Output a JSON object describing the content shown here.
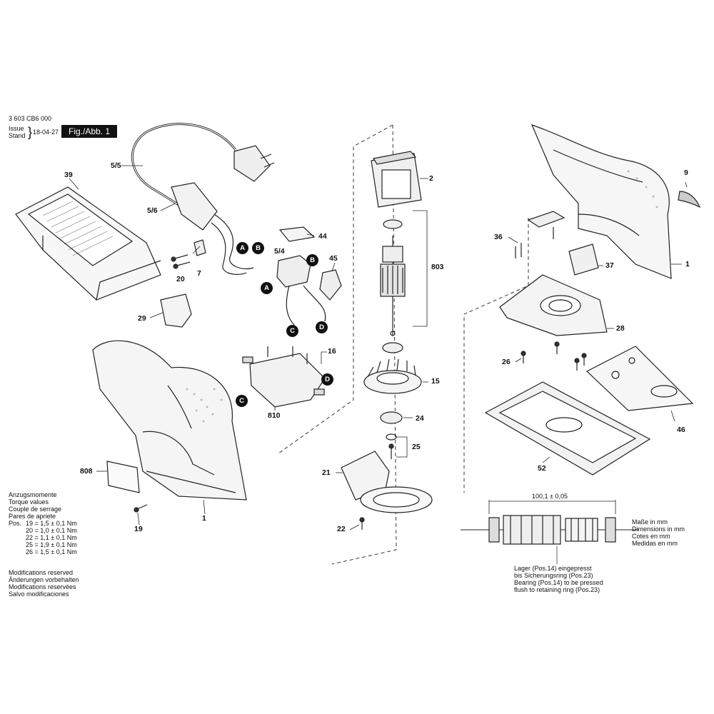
{
  "header": {
    "part_number": "3 603 CB6 000",
    "issue_label": "Issue",
    "stand_label": "Stand",
    "date": "18-04-27",
    "fig_label": "Fig./Abb. 1"
  },
  "callouts": {
    "c1": "1",
    "c2": "2",
    "c9": "9",
    "c1b": "1",
    "c5_5": "5/5",
    "c5_6": "5/6",
    "c5_4": "5/4",
    "c7": "7",
    "c20": "20",
    "c39": "39",
    "c29": "29",
    "c44": "44",
    "c45": "45",
    "c16": "16",
    "c810": "810",
    "c803": "803",
    "c15": "15",
    "c24": "24",
    "c25": "25",
    "c21": "21",
    "c22": "22",
    "c36": "36",
    "c37": "37",
    "c28": "28",
    "c26": "26",
    "c46": "46",
    "c52": "52",
    "c808": "808",
    "c19": "19"
  },
  "connectors": {
    "A": "A",
    "B": "B",
    "C": "C",
    "D": "D"
  },
  "torque": {
    "lines": [
      "Anzugsmomente",
      "Torque values",
      "Couple de serrage",
      "Pares de apriete"
    ],
    "pos_label": "Pos.",
    "rows": [
      "19 = 1,5 ± 0,1 Nm",
      "20 = 1,0 ± 0,1 Nm",
      "22 = 1,1 ± 0,1 Nm",
      "25 = 1,9 ± 0,1 Nm",
      "26 = 1,5 ± 0,1 Nm"
    ]
  },
  "modifications": [
    "Modifications reserved",
    "Änderungen vorbehalten",
    "Modifications reservées",
    "Salvo modificaciones"
  ],
  "dimension": {
    "value": "100,1 ± 0,05",
    "units": [
      "Maße in mm",
      "Dimensions in mm",
      "Cotes en mm",
      "Medidas en mm"
    ],
    "bearing_note": [
      "Lager (Pos.14) eingepresst",
      "bis Sicherungsring (Pos.23)",
      "Bearing (Pos.14) to be pressed",
      "flush to retaining ring (Pos.23)"
    ]
  }
}
